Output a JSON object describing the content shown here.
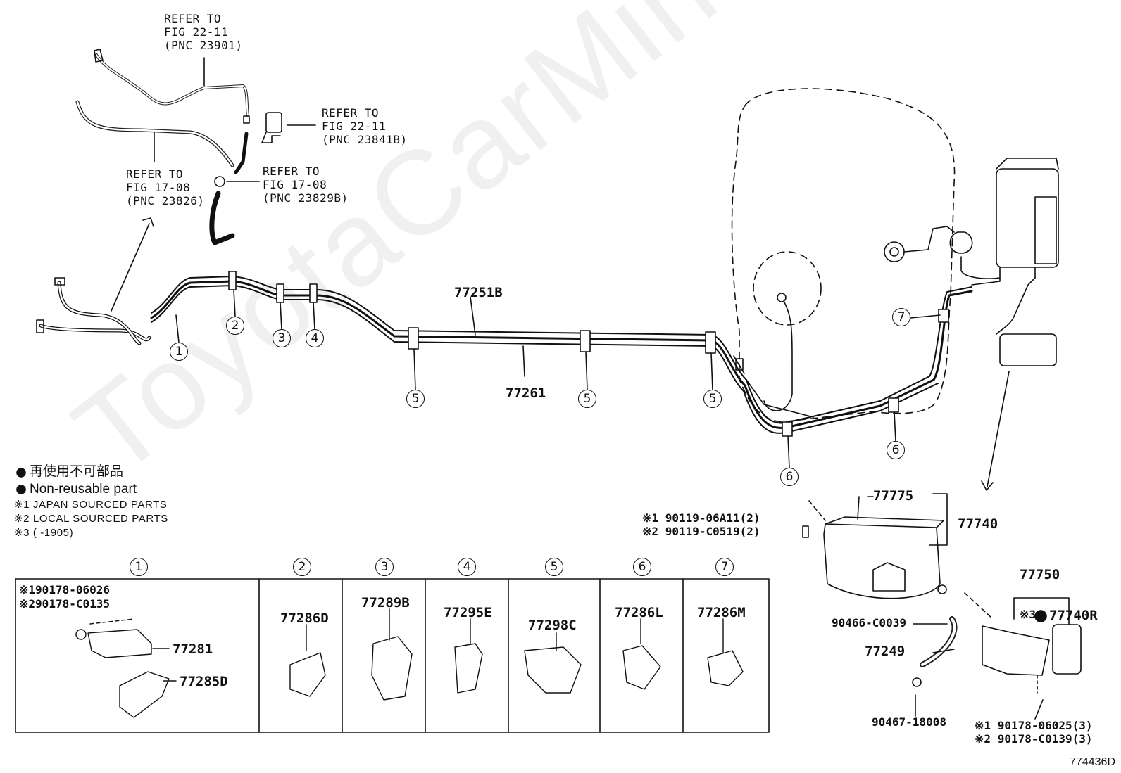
{
  "watermark": "ToyotaCarMine.ru",
  "figure_id": "774436D",
  "refs": {
    "r1": [
      "REFER TO",
      "FIG 22-11",
      "(PNC 23901)"
    ],
    "r2": [
      "REFER TO",
      "FIG 22-11",
      "(PNC 23841B)"
    ],
    "r3": [
      "REFER TO",
      "FIG 17-08",
      "(PNC 23826)"
    ],
    "r4": [
      "REFER TO",
      "FIG 17-08",
      "(PNC 23829B)"
    ]
  },
  "main_parts": {
    "tube_upper": "77251B",
    "tube_lower": "77261",
    "canister_assy": "77740",
    "seal": "77775",
    "valve_assy": "77750",
    "filter": "77740R",
    "hose": "77249",
    "bolt_1": "90119-06A11(2)",
    "bolt_2": "90119-C0519(2)",
    "clip_a": "90466-C0039",
    "clip_b": "90467-18008",
    "screw_1": "90178-06025(3)",
    "screw_2": "90178-C0139(3)"
  },
  "callout_numbers": [
    "1",
    "2",
    "3",
    "4",
    "5",
    "6",
    "7"
  ],
  "legend": {
    "jp_nonreusable": "再使用不可部品",
    "nonreusable": "Non-reusable part",
    "n1": "※1  JAPAN SOURCED PARTS",
    "n2": "※2  LOCAL SOURCED PARTS",
    "n3": "※3 (        -1905)",
    "m1": "※1",
    "m2": "※2",
    "m3": "※3"
  },
  "table": {
    "cells": [
      {
        "num": "1",
        "parts": [
          "77281",
          "77285D"
        ],
        "notes": [
          "90178-06026",
          "90178-C0135"
        ]
      },
      {
        "num": "2",
        "parts": [
          "77286D"
        ]
      },
      {
        "num": "3",
        "parts": [
          "77289B"
        ]
      },
      {
        "num": "4",
        "parts": [
          "77295E"
        ]
      },
      {
        "num": "5",
        "parts": [
          "77298C"
        ]
      },
      {
        "num": "6",
        "parts": [
          "77286L"
        ]
      },
      {
        "num": "7",
        "parts": [
          "77286M"
        ]
      }
    ]
  }
}
